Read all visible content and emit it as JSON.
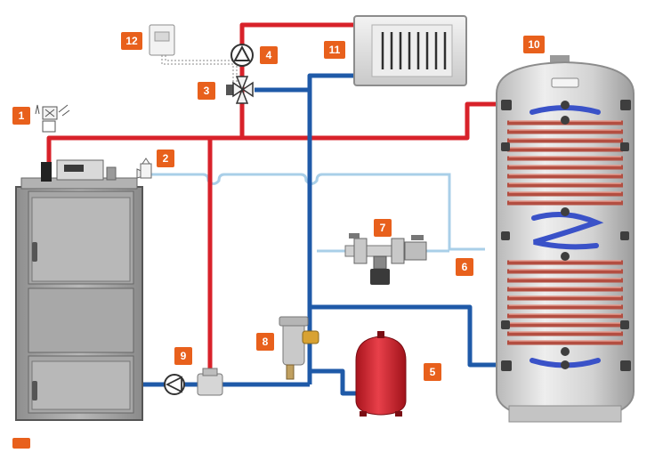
{
  "colors": {
    "hot_pipe": "#d8222a",
    "cold_pipe": "#1f5aa8",
    "drain_pipe": "#a9cfe8",
    "badge": "#e8601c",
    "tank_body": "#c8c8c8",
    "boiler_body": "#9a9a9a",
    "expansion_vessel": "#d11f2c",
    "coil_red": "#c96a5c",
    "coil_blue": "#3a52c8"
  },
  "components": [
    {
      "id": "thermal-safety-valve",
      "number": "1",
      "icon": "safety-valve-icon"
    },
    {
      "id": "safety-valve-drain",
      "number": "2",
      "icon": "safety-valve-icon"
    },
    {
      "id": "three-way-mixing-valve",
      "number": "3",
      "icon": "mixing-valve-icon"
    },
    {
      "id": "heating-circulation-pump",
      "number": "4",
      "icon": "pump-icon"
    },
    {
      "id": "expansion-vessel",
      "number": "5",
      "icon": "expansion-vessel-icon"
    },
    {
      "id": "drain-line",
      "number": "6",
      "icon": "pipe-icon"
    },
    {
      "id": "filling-valve-group",
      "number": "7",
      "icon": "filling-valve-icon"
    },
    {
      "id": "dirt-separator",
      "number": "8",
      "icon": "separator-icon"
    },
    {
      "id": "boiler-circulation-pump",
      "number": "9",
      "icon": "pump-icon"
    },
    {
      "id": "buffer-tank",
      "number": "10",
      "icon": "tank-icon"
    },
    {
      "id": "radiator",
      "number": "11",
      "icon": "radiator-icon"
    },
    {
      "id": "room-controller",
      "number": "12",
      "icon": "thermostat-icon"
    }
  ],
  "legend_marker": ""
}
